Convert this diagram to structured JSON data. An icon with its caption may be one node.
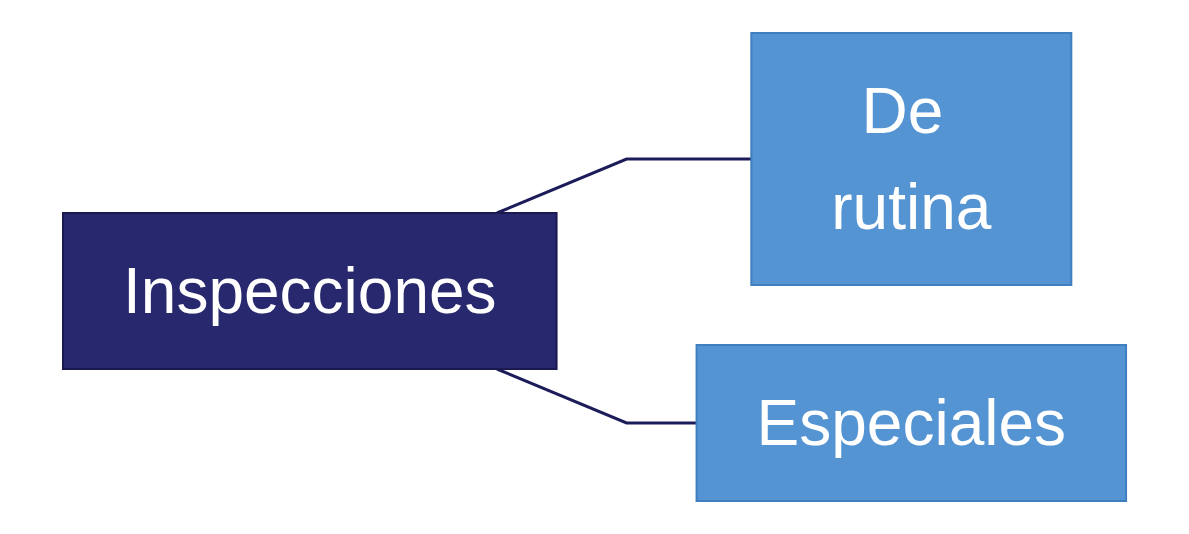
{
  "diagram": {
    "nodes": [
      {
        "text": [
          "Inspecciones"
        ]
      },
      {
        "text": [
          "De rutina"
        ]
      },
      {
        "text": [
          "Especiales"
        ]
      }
    ],
    "edges": [
      {
        "from": 0,
        "to": 1,
        "arrow": "none"
      },
      {
        "from": 0,
        "to": 2,
        "arrow": "none"
      }
    ]
  }
}
